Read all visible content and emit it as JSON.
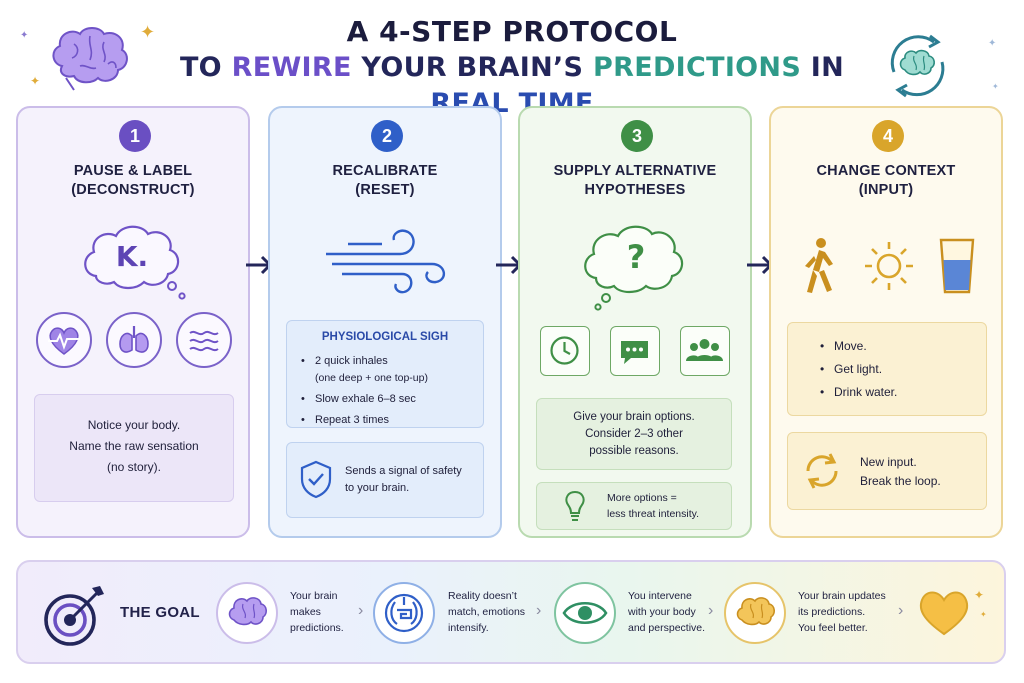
{
  "header": {
    "title_line1": "A 4-STEP PROTOCOL",
    "title_line2_a": "TO ",
    "title_line2_b": "REWIRE",
    "title_line2_c": " YOUR BRAIN’S ",
    "title_line2_d": "PREDICTIONS",
    "title_line2_e": " IN ",
    "title_line2_f": "REAL TIME"
  },
  "steps": [
    {
      "number": "1",
      "title_line1": "PAUSE & LABEL",
      "title_line2": "(DECONSTRUCT)",
      "bubble_text": "K.",
      "icons": [
        "heart-pulse-icon",
        "lungs-icon",
        "waves-icon"
      ],
      "text_lines": [
        "Notice your body.",
        "Name the raw sensation",
        "(no story)."
      ]
    },
    {
      "number": "2",
      "title_line1": "RECALIBRATE",
      "title_line2": "(RESET)",
      "icon": "wind-icon",
      "box_heading": "PHYSIOLOGICAL SIGH",
      "bullets": [
        "2 quick inhales",
        "Slow exhale 6–8 sec",
        "Repeat 3 times"
      ],
      "bullet_sub": "(one deep + one top-up)",
      "safety_text_1": "Sends a signal of safety",
      "safety_text_2": "to your brain."
    },
    {
      "number": "3",
      "title_line1": "SUPPLY ALTERNATIVE",
      "title_line2": "HYPOTHESES",
      "bubble_text": "?",
      "icons": [
        "clock-icon",
        "chat-icon",
        "people-icon"
      ],
      "text_lines": [
        "Give your brain options.",
        "Consider 2–3 other",
        "possible reasons."
      ],
      "tip_1": "More options =",
      "tip_2": "less threat intensity."
    },
    {
      "number": "4",
      "title_line1": "CHANGE CONTEXT",
      "title_line2": "(INPUT)",
      "icons": [
        "walking-icon",
        "sun-icon",
        "water-glass-icon"
      ],
      "bullets": [
        "Move.",
        "Get light.",
        "Drink water."
      ],
      "loop_text_1": "New input.",
      "loop_text_2": "Break the loop."
    }
  ],
  "goal": {
    "label": "THE GOAL",
    "stages": [
      {
        "lines": [
          "Your brain",
          "makes",
          "predictions."
        ],
        "icon": "brain-icon"
      },
      {
        "lines": [
          "Reality doesn’t",
          "match, emotions",
          "intensify."
        ],
        "icon": "maze-icon"
      },
      {
        "lines": [
          "You intervene",
          "with your body",
          "and perspective."
        ],
        "icon": "eye-icon"
      },
      {
        "lines": [
          "Your brain updates",
          "its predictions.",
          "You feel better."
        ],
        "icon": "golden-brain-icon"
      }
    ],
    "final_icon": "heart-icon"
  },
  "colors": {
    "purple": "#6a4fc2",
    "blue": "#2f5fc8",
    "green": "#3f8f46",
    "gold": "#d9a52b",
    "navy": "#23265a",
    "teal": "#2f9a89"
  }
}
